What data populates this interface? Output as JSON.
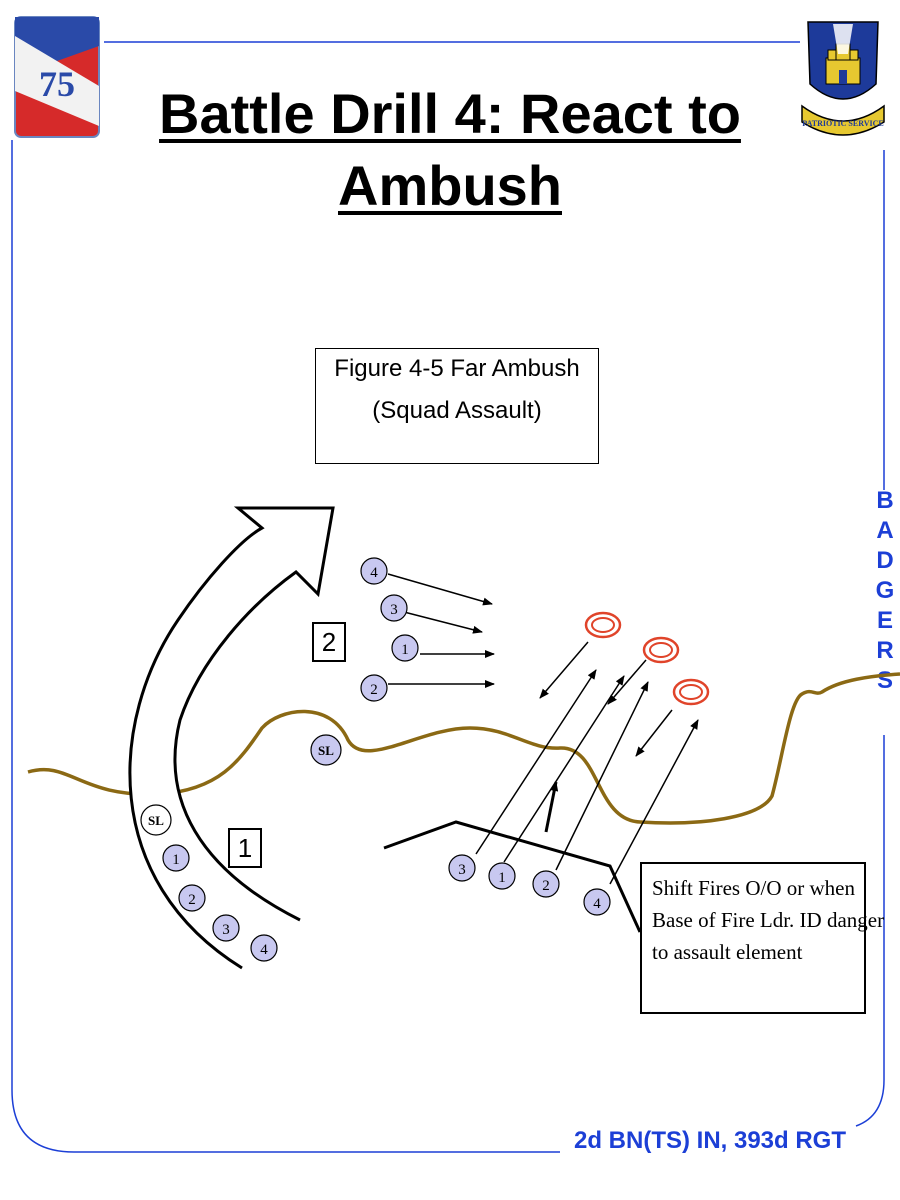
{
  "title": "Battle Drill 4: React to Ambush",
  "figure": {
    "line1": "Figure 4-5 Far Ambush",
    "line2": "(Squad Assault)"
  },
  "side_text": [
    "B",
    "A",
    "D",
    "G",
    "E",
    "R",
    "S"
  ],
  "footer": "2d BN(TS) IN, 393d RGT",
  "note": "Shift Fires O/O or when\nBase of Fire Ldr. ID danger to assault element",
  "element_labels": {
    "e1": "1",
    "e2": "2"
  },
  "patch": {
    "digits": "75"
  },
  "crest": {
    "motto": "PATRIOTIC SERVICE"
  },
  "assault_team": {
    "leader": "SL",
    "members": [
      "1",
      "2",
      "3",
      "4"
    ]
  },
  "base_of_fire": {
    "members": [
      "3",
      "1",
      "2",
      "4"
    ]
  },
  "assault_fire_team": {
    "members": [
      "4",
      "3",
      "1",
      "2"
    ]
  },
  "squad_leader_mid": "SL",
  "colors": {
    "frame_line": "#1c3fd6",
    "side_text": "#1c3fd6",
    "terrain": "#8b6914",
    "soldier_fill": "#c8c8f0",
    "enemy": "#e0442a"
  }
}
